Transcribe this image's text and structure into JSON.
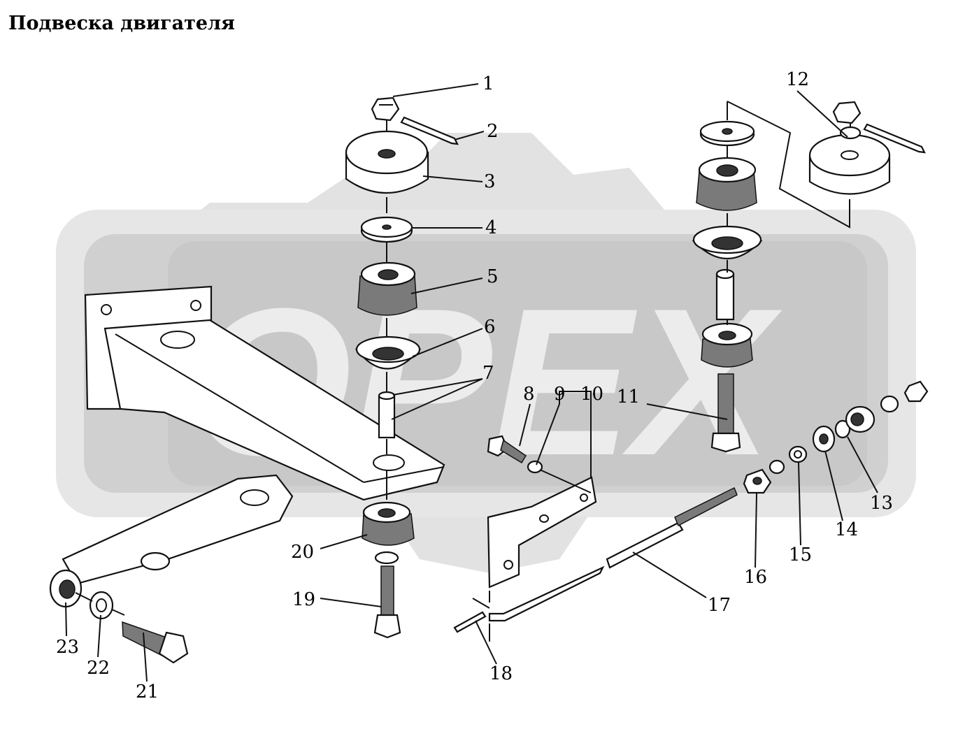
{
  "title": "Подвеска двигателя",
  "watermark": {
    "text": "OPEX",
    "color": "#d9d9d9"
  },
  "callouts": [
    "1",
    "2",
    "3",
    "4",
    "5",
    "6",
    "7",
    "8",
    "9",
    "10",
    "11",
    "12",
    "13",
    "14",
    "15",
    "16",
    "17",
    "18",
    "19",
    "20",
    "21",
    "22",
    "23"
  ]
}
